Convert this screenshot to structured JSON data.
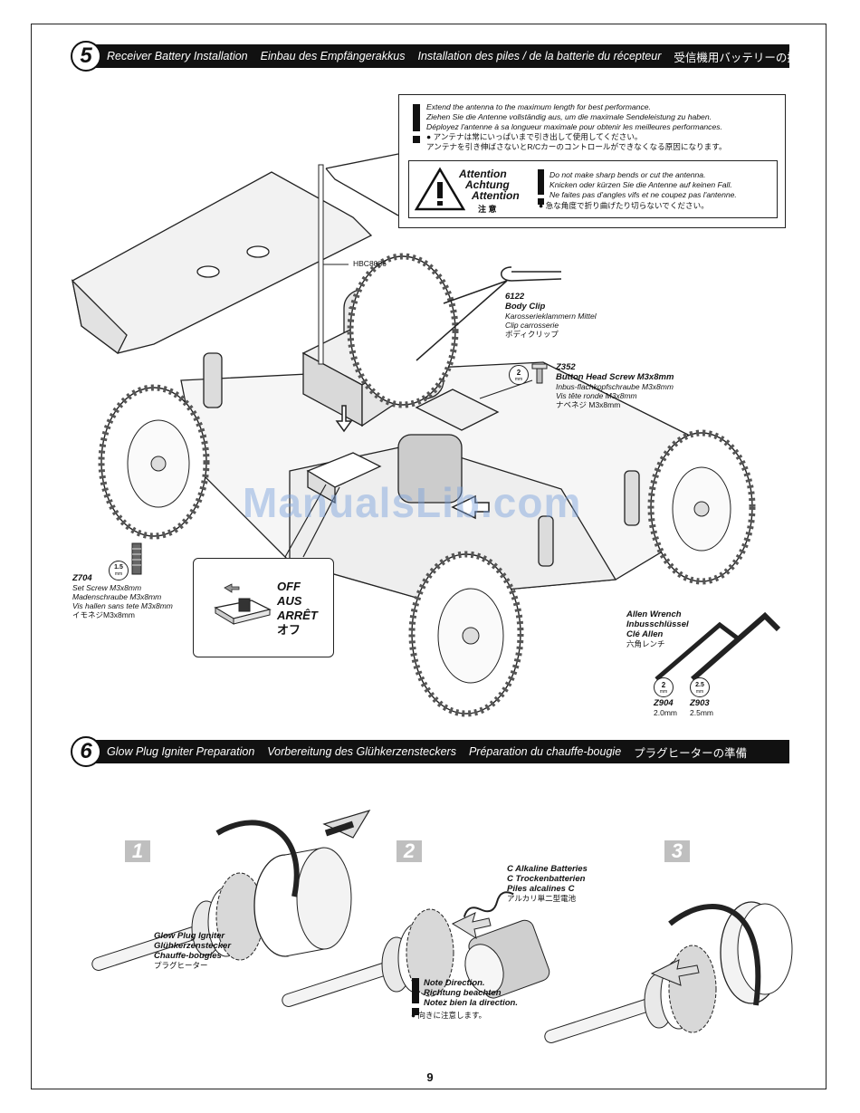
{
  "page_number": "9",
  "watermark": "ManualsLib.com",
  "step5": {
    "number": "5",
    "titles": [
      "Receiver Battery Installation",
      "Einbau des Empfängerakkus",
      "Installation des piles / de la batterie du récepteur",
      "受信機用バッテリーの搭載"
    ],
    "warning": {
      "lines": [
        "Extend the antenna to the maximum length for best performance.",
        "Ziehen Sie die Antenne vollständig aus, um die maximale Sendeleistung zu haben.",
        "Déployez l'antenne à sa longueur maximale pour obtenir les meilleures performances.",
        "アンテナは常にいっぱいまで引き出して使用してください。",
        "アンテナを引き伸ばさないとR/Cカーのコントロールができなくなる原因になります。"
      ],
      "attention_words": [
        "Attention",
        "Achtung",
        "Attention",
        "注 意"
      ],
      "caution_lines": [
        "Do not make sharp bends or cut the antenna.",
        "Knicken oder kürzen Sie die Antenne auf keinen Fall.",
        "Ne faites pas d'angles vifs et ne coupez pas l'antenne.",
        "急な角度で折り曲げたり切らないでください。"
      ]
    },
    "parts": {
      "antenna_code": "HBC8086",
      "body_clip": [
        "6122",
        "Body Clip",
        "Karosserieklammern Mittel",
        "Clip carrosserie",
        "ボディクリップ"
      ],
      "button_screw": [
        "Z352",
        "Button Head Screw M3x8mm",
        "Inbus-flachkopfschraube M3x8mm",
        "Vis tête ronde M3x8mm",
        "ナベネジ M3x8mm"
      ],
      "button_screw_badge": {
        "size": "2",
        "unit": "mm"
      },
      "set_screw": [
        "Z704",
        "Set Screw M3x8mm",
        "Madenschraube M3x8mm",
        "Vis  hallen sans tete M3x8mm",
        "イモネジM3x8mm"
      ],
      "set_screw_badge": {
        "size": "1.5",
        "unit": "mm"
      },
      "allen_wrench": [
        "Allen Wrench",
        "Inbusschlüssel",
        "Clé Allen",
        "六角レンチ"
      ],
      "wrench_a": {
        "badge": "2",
        "unit": "mm",
        "code": "Z904",
        "size": "2.0mm"
      },
      "wrench_b": {
        "badge": "2.5",
        "unit": "mm",
        "code": "Z903",
        "size": "2.5mm"
      }
    },
    "switch_states": [
      "OFF",
      "AUS",
      "ARRÊT",
      "オフ"
    ]
  },
  "step6": {
    "number": "6",
    "titles": [
      "Glow Plug Igniter Preparation",
      "Vorbereitung des Glühkerzensteckers",
      "Préparation du chauffe-bougie",
      "プラグヒーターの準備"
    ],
    "substeps": [
      "1",
      "2",
      "3"
    ],
    "igniter_label": [
      "Glow Plug Igniter",
      "Glühkerzenstecker",
      "Chauffe-bougies",
      "プラグヒーター"
    ],
    "batteries_label": [
      "C Alkaline Batteries",
      "C Trockenbatterien",
      "Piles alcalines C",
      "アルカリ単二型電池"
    ],
    "note_label": [
      "Note Direction.",
      "Richtung beachten",
      "Notez bien la direction.",
      "向きに注意します。"
    ]
  }
}
